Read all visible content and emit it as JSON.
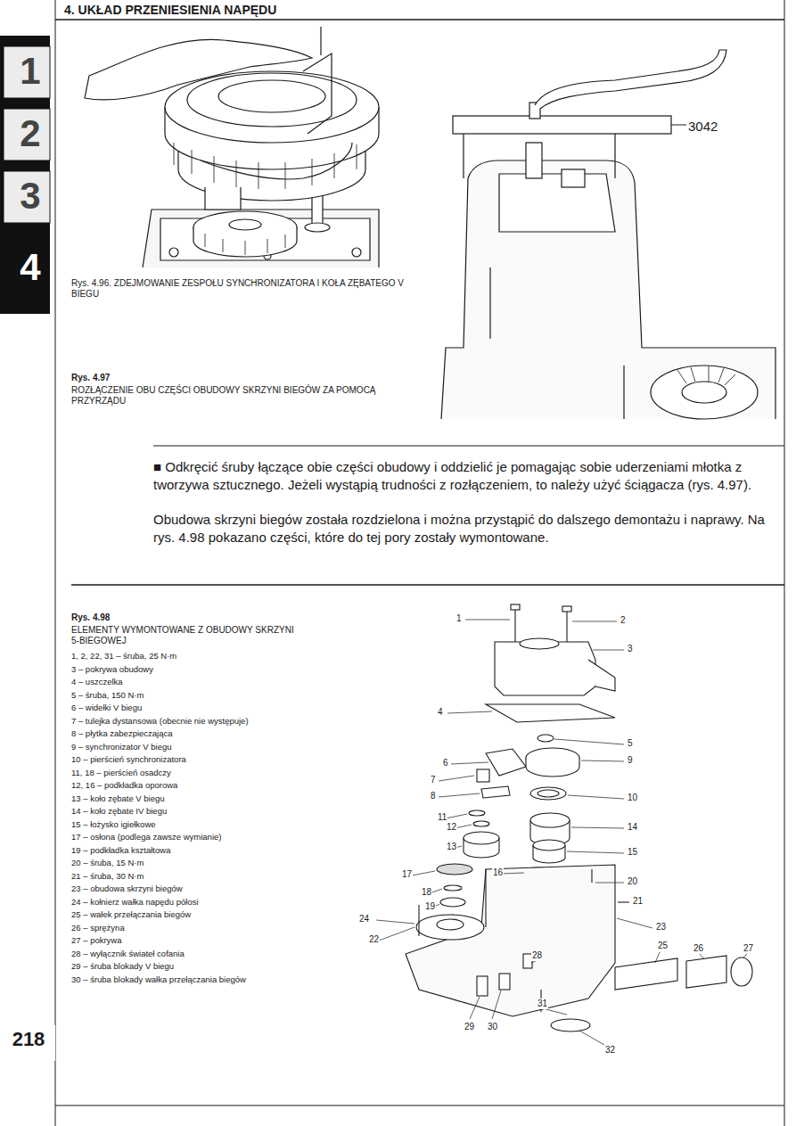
{
  "diagram": {
    "title": "4. UKŁAD PRZENIESIENIA NAPĘDU",
    "labels": [
      "1",
      "2",
      "3",
      "4",
      "Rys. 4.96. ZDEJMOWANIE ZESPOŁU SYNCHRONIZATORA I KOŁA ZĘBATEGO V BIEGU",
      "Rys. 4.97",
      "ROZŁĄCZENIE OBU CZĘŚCI OBUDOWY SKRZYNI BIEGÓW ZA POMOCĄ PRZYRZĄDU",
      "3042",
      "■ Odkręcić śruby łączące obie części obudowy i oddzielić je pomagając sobie uderzeniami młotka z tworzywa sztucznego. Jeżeli wystąpią trudności z rozłączeniem, to należy użyć ściągacza (rys. 4.97).",
      "Obudowa skrzyni biegów została rozdzielona i można przystąpić do dalszego demontażu i naprawy. Na rys. 4.98 pokazano części, które do tej pory zostały wymontowane.",
      "Rys. 4.98",
      "ELEMENTY WYMONTOWANE Z OBUDOWY SKRZYNI 5-BIEGOWEJ",
      "1, 2, 22, 31 – śruba, 25 N·m",
      "3 – pokrywa obudowy",
      "4 – uszczelka",
      "5 – śruba, 150 N·m",
      "6 – widełki V biegu",
      "7 – tulejka dystansowa (obecnie nie występuje)",
      "8 – płytka zabezpieczająca",
      "9 – synchronizator V biegu",
      "10 – pierścień synchronizatora",
      "11, 18 – pierścień osadczy",
      "12, 16 – podkładka oporowa",
      "13 – koło zębate V biegu",
      "14 – koło zębate IV biegu",
      "15 – łożysko igiełkowe",
      "17 – osłona (podlega zawsze wymianie)",
      "19 – podkładka kształtowa",
      "20 – śruba, 15 N·m",
      "21 – śruba, 30 N·m",
      "23 – obudowa skrzyni biegów",
      "24 – kołnierz wałka napędu półosi",
      "25 – wałek przełączania biegów",
      "26 – sprężyna",
      "27 – pokrywa",
      "28 – wyłącznik świateł cofania",
      "29 – śruba blokady V biegu",
      "30 – śruba blokady wałka przełączania biegów",
      "218",
      "1",
      "2",
      "3",
      "4",
      "5",
      "6",
      "7",
      "8",
      "9",
      "10",
      "11",
      "12",
      "13",
      "14",
      "15",
      "16",
      "17",
      "18",
      "19",
      "20",
      "21",
      "22",
      "23",
      "24",
      "25",
      "26",
      "27",
      "28",
      "29",
      "30",
      "31",
      "32"
    ]
  }
}
